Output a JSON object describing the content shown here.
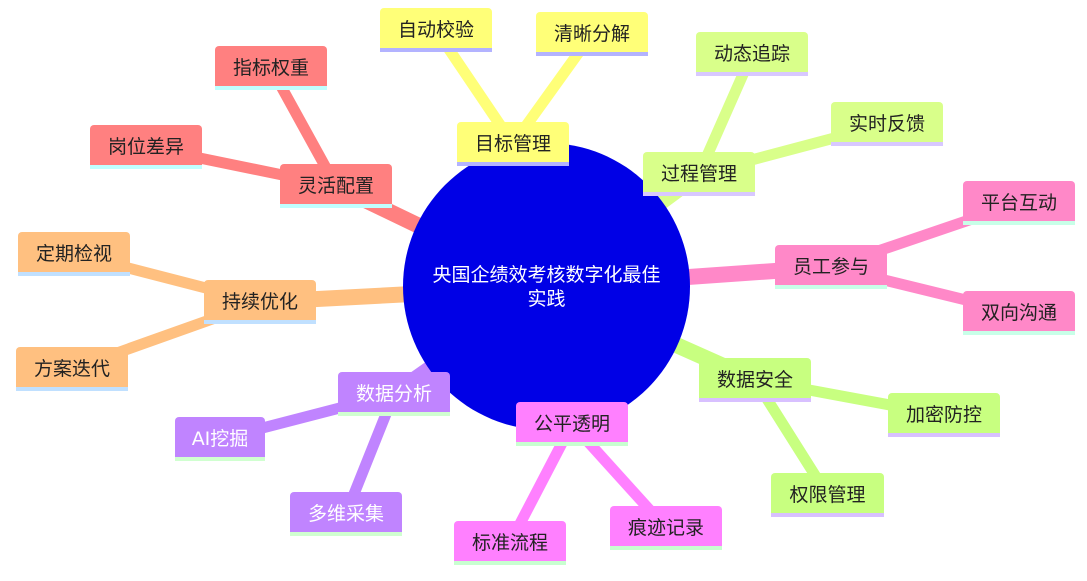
{
  "center": {
    "line1": "央国企绩效考核数字化最佳",
    "line2": "实践",
    "color": "#0000e6"
  },
  "branches": [
    {
      "label": "目标管理",
      "color": "#ffff78",
      "children": [
        "自动校验",
        "清晰分解"
      ]
    },
    {
      "label": "过程管理",
      "color": "#d9ff8a",
      "children": [
        "动态追踪",
        "实时反馈"
      ]
    },
    {
      "label": "员工参与",
      "color": "#ff88c8",
      "children": [
        "平台互动",
        "双向沟通"
      ]
    },
    {
      "label": "数据安全",
      "color": "#c8ff80",
      "children": [
        "加密防控",
        "权限管理"
      ]
    },
    {
      "label": "公平透明",
      "color": "#ff80ff",
      "children": [
        "标准流程",
        "痕迹记录"
      ]
    },
    {
      "label": "数据分析",
      "color": "#c084ff",
      "children": [
        "AI挖掘",
        "多维采集"
      ]
    },
    {
      "label": "持续优化",
      "color": "#ffc080",
      "children": [
        "定期检视",
        "方案迭代"
      ]
    },
    {
      "label": "灵活配置",
      "color": "#ff8080",
      "children": [
        "指标权重",
        "岗位差异"
      ]
    }
  ]
}
